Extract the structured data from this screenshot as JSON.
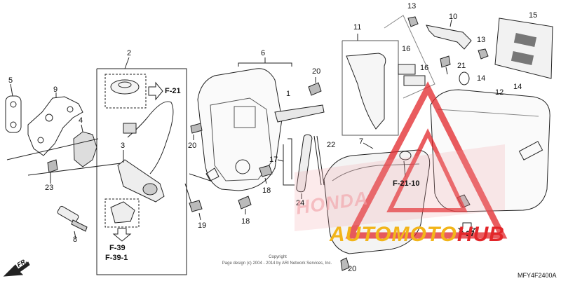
{
  "diagram": {
    "part_numbers": [
      "1",
      "2",
      "3",
      "4",
      "5",
      "6",
      "7",
      "8",
      "9",
      "10",
      "11",
      "12",
      "13",
      "13",
      "14",
      "14",
      "15",
      "16",
      "16",
      "17",
      "18",
      "18",
      "19",
      "20",
      "20",
      "20",
      "21",
      "22",
      "23",
      "24"
    ],
    "references": [
      "F-21",
      "F-39",
      "F-39-1",
      "F-21-10",
      "F-37"
    ],
    "diagram_code": "MFY4F2400A",
    "direction_label": "FR.",
    "copyright_lines": [
      "Copyright",
      "Page design (c) 2004 - 2014 by ARI Network Services, Inc."
    ]
  },
  "watermark": {
    "brand_text": "HONDA",
    "logo_part1": "AUTOMOTO",
    "logo_part2": "HUB",
    "colors": {
      "red": "#e2262a",
      "yellow": "#f2b51a",
      "pink": "#f2a0a6"
    }
  }
}
